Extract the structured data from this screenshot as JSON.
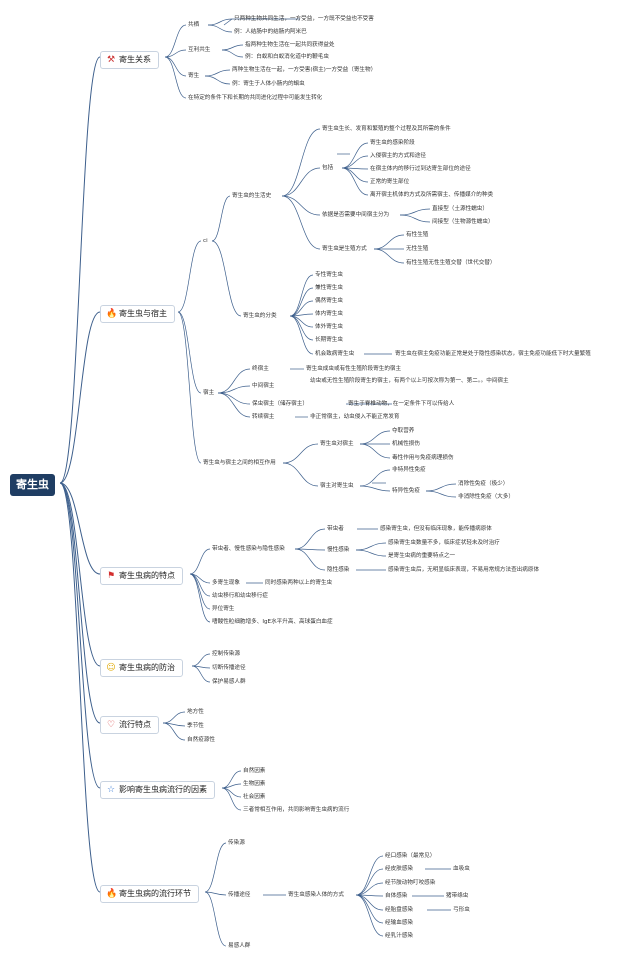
{
  "root": {
    "label": "寄生虫"
  },
  "branches": [
    {
      "label": "寄生关系",
      "icon": "tools-icon",
      "glyph": "⚒",
      "color": "#cc3333"
    },
    {
      "label": "寄生虫与宿主",
      "icon": "fire-icon",
      "glyph": "🔥",
      "color": "#e2561d"
    },
    {
      "label": "寄生虫病的特点",
      "icon": "flag-icon",
      "glyph": "⚑",
      "color": "#d32f2f"
    },
    {
      "label": "寄生虫病的防治",
      "icon": "smiley-icon",
      "glyph": "☺",
      "color": "#e0a800"
    },
    {
      "label": "流行特点",
      "icon": "heart-icon",
      "glyph": "♡",
      "color": "#d32f2f"
    },
    {
      "label": "影响寄生虫病流行的因素",
      "icon": "star-icon",
      "glyph": "☆",
      "color": "#3a7bd5"
    },
    {
      "label": "寄生虫病的流行环节",
      "icon": "flame-icon",
      "glyph": "🔥",
      "color": "#2a6fd6"
    }
  ],
  "relations": {
    "gongqi": "共栖",
    "gongqi_desc": "只两种生物共同生活，一方受益，一方既不受益也不受害",
    "gongqi_example": "例：人结肠中的结肠内阿米巴",
    "huli": "互利共生",
    "huli_desc": "指两种生物生活在一起共同获得益处",
    "huli_example": "例：白蚁和白蚁消化道中的鞭毛虫",
    "jisheng": "寄生",
    "jisheng_desc": "两种生物生活在一起，一方受害(宿主)一方受益（寄生物）",
    "jisheng_example": "例：寄生于人体小肠内的蛔虫",
    "evolution": "在特定的条件下和长期的共同进化过程中可能发生转化"
  },
  "hosts": {
    "ci": "ci",
    "life_history": "寄生虫的生活史",
    "lh_def": "寄生虫生长、发育和繁殖的整个过程及其所需的条件",
    "include": "包括",
    "inc_items": [
      "寄生虫的感染阶段",
      "入侵宿主的方式和途径",
      "在宿主体内的移行过到达寄生部位的途径",
      "正常的寄生部位",
      "离开宿主机体的方式及所需宿主、传播媒介的种类"
    ],
    "by_intermediate": "依据是否需要中间宿主分为",
    "direct": "直接型（土源性蠕虫）",
    "indirect": "间接型（生物源性蠕虫）",
    "repro": "寄生虫是生殖方式",
    "repro_items": [
      "有性生殖",
      "无性生殖",
      "有性生殖无性生殖交替（世代交替）"
    ],
    "classification": "寄生虫的分类",
    "class_items": [
      "专性寄生虫",
      "兼性寄生虫",
      "偶然寄生虫",
      "体内寄生虫",
      "体外寄生虫",
      "长期寄生虫",
      "机会致病寄生虫"
    ],
    "opportunistic_desc": "寄生虫在宿主免疫功能正常是处于隐性感染状态，宿主免疫功能低下时大量繁殖",
    "host": "宿主",
    "final_host": "终宿主",
    "final_desc": "寄生虫成虫或有性生殖阶段寄生的宿主",
    "intermediate_host": "中间宿主",
    "intermediate_desc": "幼虫或无性生殖阶段寄生的宿主，有两个以上可按次称为第一、第二。。中间宿主",
    "reservoir_host": "保虫宿主（储存宿主）",
    "reservoir_desc": "寄生于脊椎动物，在一定条件下可以传给人",
    "paratenic_host": "转续宿主",
    "paratenic_desc": "非正常宿主，幼虫侵入不能正常发育",
    "interaction": "寄生虫与宿主之间的相互作用",
    "to_host": "寄生虫对宿主",
    "to_host_items": [
      "夺取营养",
      "机械性损伤",
      "毒性作用与免疫病理损伤"
    ],
    "host_to": "宿主对寄生虫",
    "nonspecific": "非特异性免疫",
    "specific": "特异性免疫",
    "sterilizing": "消除性免疫（极少）",
    "nonsterilizing": "非消除性免疫（大多）"
  },
  "features": {
    "carrier_group": "带虫者、慢性感染与隐性感染",
    "carrier": "带虫者",
    "carrier_desc": "感染寄生虫，但没有临床现象，能传播病原体",
    "chronic": "慢性感染",
    "chronic_desc1": "感染寄生虫数量不多，临床症状轻未及时治疗",
    "chronic_desc2": "是寄生虫病的重要特点之一",
    "latent": "隐性感染",
    "latent_desc": "感染寄生虫后，无明显临床表现，不易用常规方法查出病原体",
    "multi": "多寄生现象",
    "multi_desc": "同时感染两种以上的寄生虫",
    "larva": "幼虫移行和幼虫移行症",
    "ectopic": "异位寄生",
    "eosinophil": "嗜酸性粒细胞增多、IgE水平升高、高球蛋白血症"
  },
  "prevention": [
    "控制传染源",
    "切断传播途径",
    "保护易感人群"
  ],
  "epidemic": [
    "地方性",
    "季节性",
    "自然疫源性"
  ],
  "factors": [
    "自然因素",
    "生物因素",
    "社会因素",
    "三者常相互作用，共同影响寄生虫病的流行"
  ],
  "links": {
    "source": "传染源",
    "route": "传播途径",
    "ways": "寄生虫感染人体的方式",
    "way_items": [
      "经口感染（最常见）",
      "经皮肤感染",
      "经节肢动物叮咬感染",
      "自体感染",
      "经胎盘感染",
      "经输血感染",
      "经乳汁感染"
    ],
    "hookworm": "血吸虫",
    "tapeworm": "猪带绦虫",
    "toxo": "弓形虫",
    "susceptible": "易感人群"
  }
}
